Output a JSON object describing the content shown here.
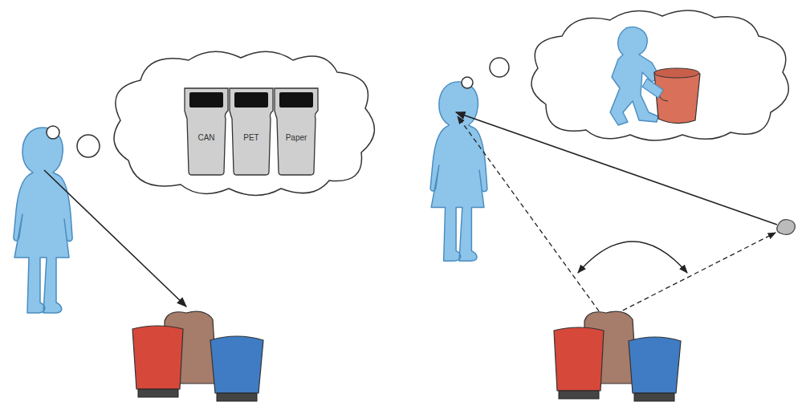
{
  "diagram": {
    "nodes": [
      {
        "text": [
          "CAN"
        ]
      },
      {
        "text": [
          "PET"
        ]
      },
      {
        "text": [
          "Paper"
        ]
      }
    ]
  }
}
